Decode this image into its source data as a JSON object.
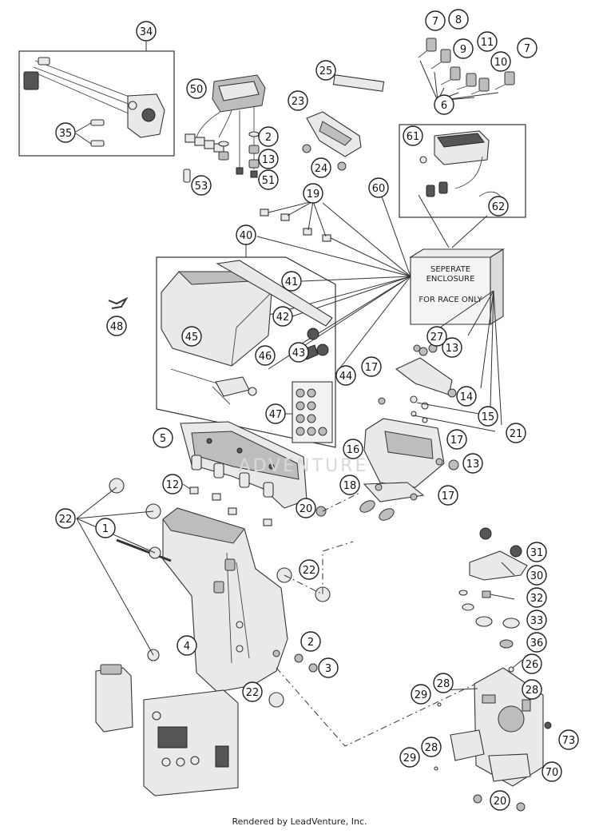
{
  "note_box": {
    "line1": "SEPERATE",
    "line2": "ENCLOSURE",
    "line3": "FOR RACE ONLY"
  },
  "watermark": "ADVENTURE",
  "footer": "Rendered by LeadVenture, Inc.",
  "callouts": [
    "1",
    "2",
    "2",
    "3",
    "4",
    "5",
    "6",
    "7",
    "7",
    "8",
    "9",
    "10",
    "11",
    "12",
    "13",
    "13",
    "13",
    "14",
    "15",
    "16",
    "17",
    "17",
    "17",
    "18",
    "19",
    "20",
    "20",
    "21",
    "22",
    "22",
    "22",
    "23",
    "24",
    "25",
    "26",
    "27",
    "28",
    "28",
    "28",
    "29",
    "29",
    "30",
    "31",
    "32",
    "33",
    "34",
    "35",
    "36",
    "40",
    "41",
    "42",
    "43",
    "44",
    "45",
    "46",
    "47",
    "48",
    "50",
    "51",
    "53",
    "60",
    "61",
    "62",
    "70",
    "73"
  ]
}
